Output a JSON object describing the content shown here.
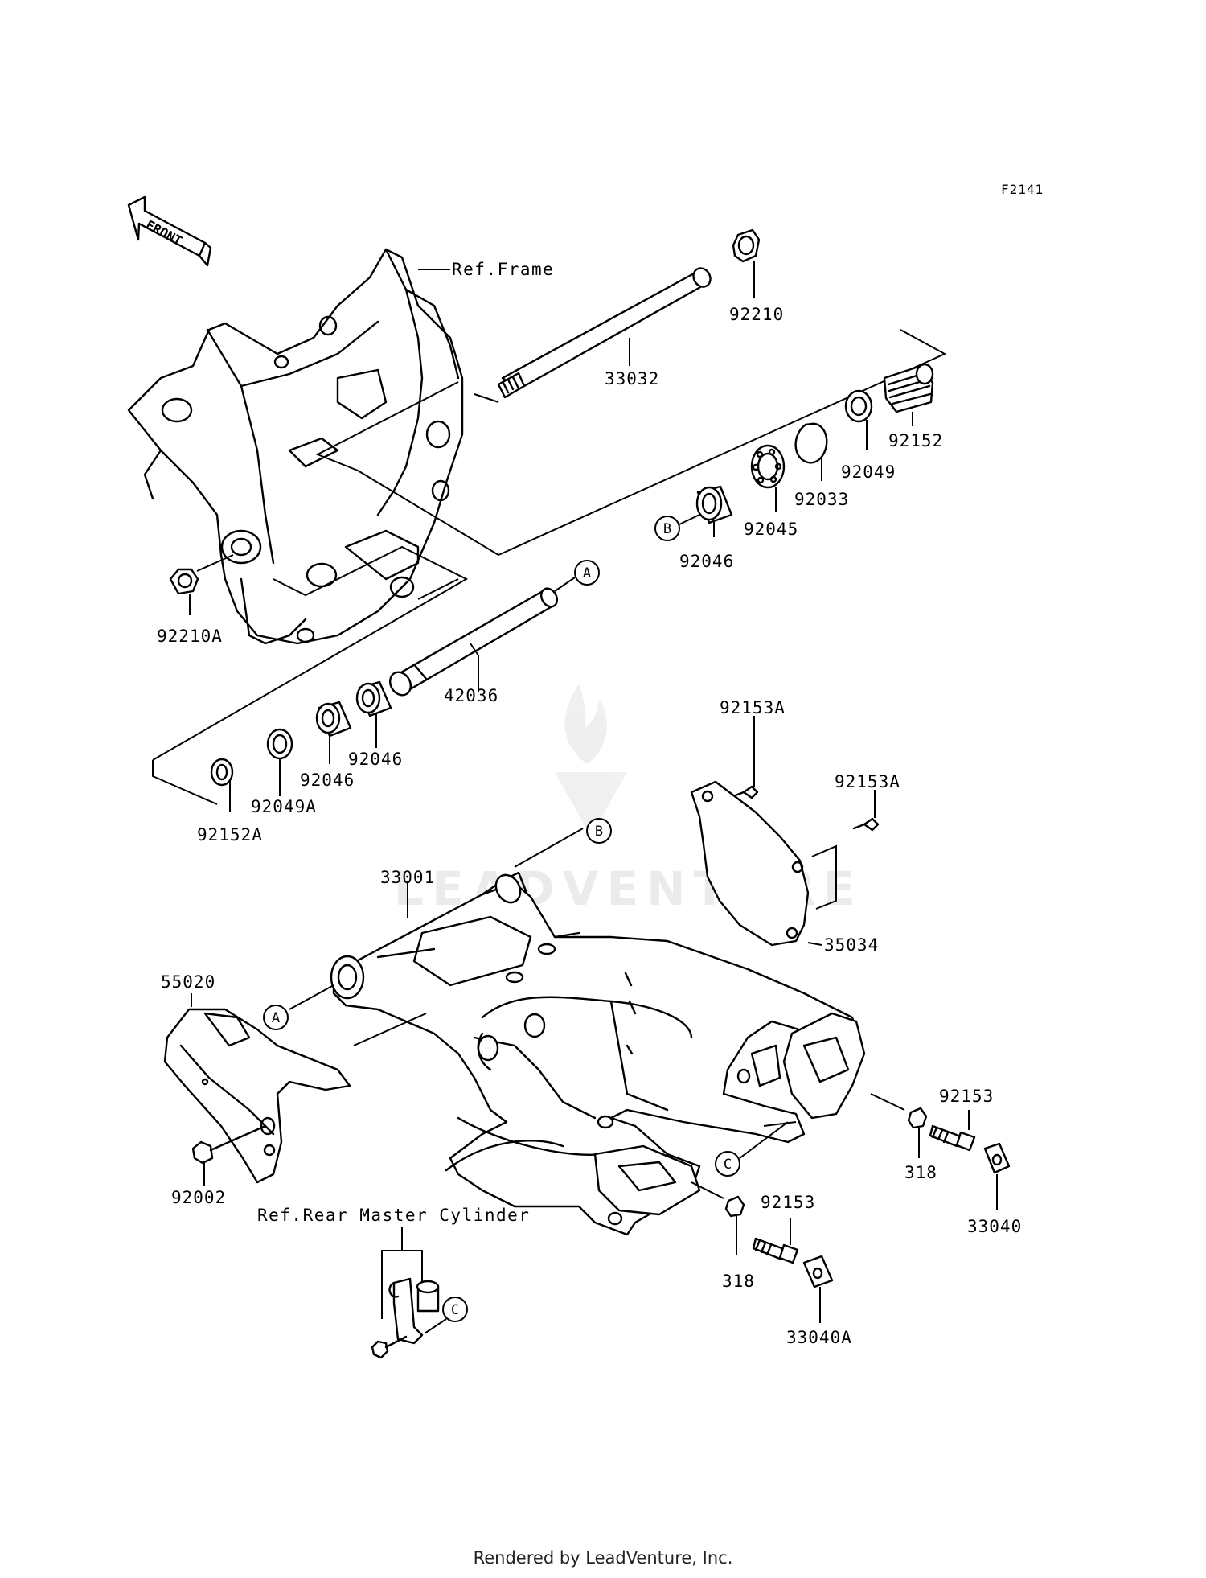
{
  "diagram_code": "F2141",
  "front_label": "FRONT",
  "references": {
    "frame": "Ref.Frame",
    "rear_master_cylinder": "Ref.Rear Master Cylinder"
  },
  "circle_marks": [
    "A",
    "B",
    "C"
  ],
  "callouts": {
    "p92210": "92210",
    "p33032": "33032",
    "p92152": "92152",
    "p92049": "92049",
    "p92033": "92033",
    "p92045": "92045",
    "p92046_upper": "92046",
    "p92210A": "92210A",
    "p42036": "42036",
    "p92046_a": "92046",
    "p92046_b": "92046",
    "p92049A": "92049A",
    "p92152A": "92152A",
    "p92153A_a": "92153A",
    "p92153A_b": "92153A",
    "p33001": "33001",
    "p35034": "35034",
    "p55020": "55020",
    "p92002": "92002",
    "p92153_a": "92153",
    "p318_a": "318",
    "p33040": "33040",
    "p92153_b": "92153",
    "p318_b": "318",
    "p33040A": "33040A"
  },
  "watermark": "LEADVENTURE",
  "footer": "Rendered by LeadVenture, Inc."
}
